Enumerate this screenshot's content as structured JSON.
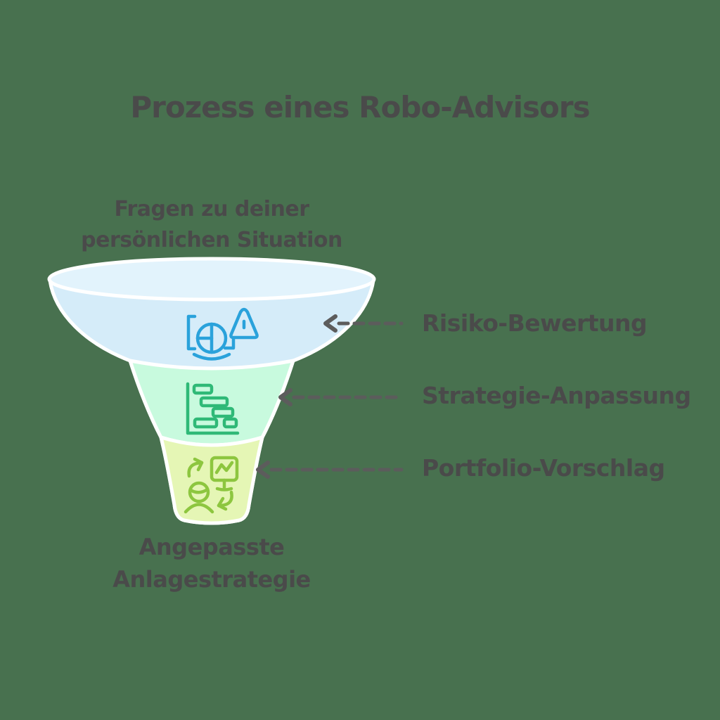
{
  "title": "Prozess eines Robo-Advisors",
  "funnel": {
    "top_label": "Fragen zu deiner persönlichen Situation",
    "bottom_label": "Angepasste Anlagestrategie",
    "stages": [
      {
        "label": "Risiko-Bewertung",
        "color": "#D5ECF9",
        "icon": "risk-assessment-icon"
      },
      {
        "label": "Strategie-Anpassung",
        "color": "#C8FADE",
        "icon": "gantt-strategy-icon"
      },
      {
        "label": "Portfolio-Vorschlag",
        "color": "#E5F6B5",
        "icon": "portfolio-sync-icon"
      }
    ]
  },
  "theme": {
    "bg": "#48714F",
    "ink": "#4A4A4A",
    "segBlue": "#D5ECF9",
    "segRim": "#E2F3FC",
    "segMint": "#C8FADE",
    "segLime": "#E5F6B5",
    "iconBlue": "#2AA2DB",
    "iconGreen": "#2FB977",
    "iconLime": "#8DC63F",
    "arrow": "#5C5C5C",
    "outline": "#FFFFFF"
  }
}
